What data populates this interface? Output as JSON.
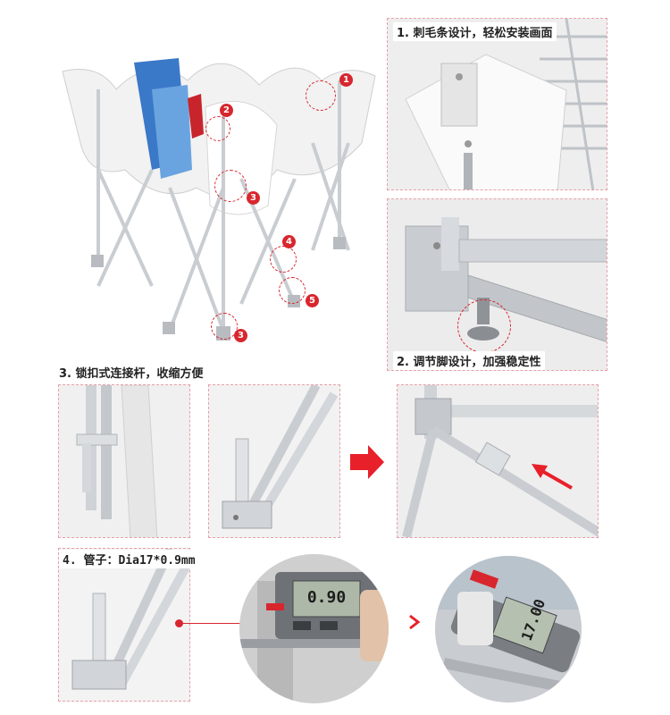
{
  "captions": {
    "c1": "1. 刺毛条设计，轻松安装画面",
    "c2": "2. 调节脚设计，加强稳定性",
    "c3": "3. 锁扣式连接杆，收缩方便",
    "c4": "4. 管子：Dia17*0.9mm"
  },
  "badges": [
    "1",
    "2",
    "3",
    "4",
    "5",
    "3"
  ],
  "caliper_readings": [
    "0.90",
    "17.00"
  ],
  "colors": {
    "accent": "#d8262e",
    "dashed_border": "#e8a0a8",
    "frame": "#c9cdd2"
  }
}
